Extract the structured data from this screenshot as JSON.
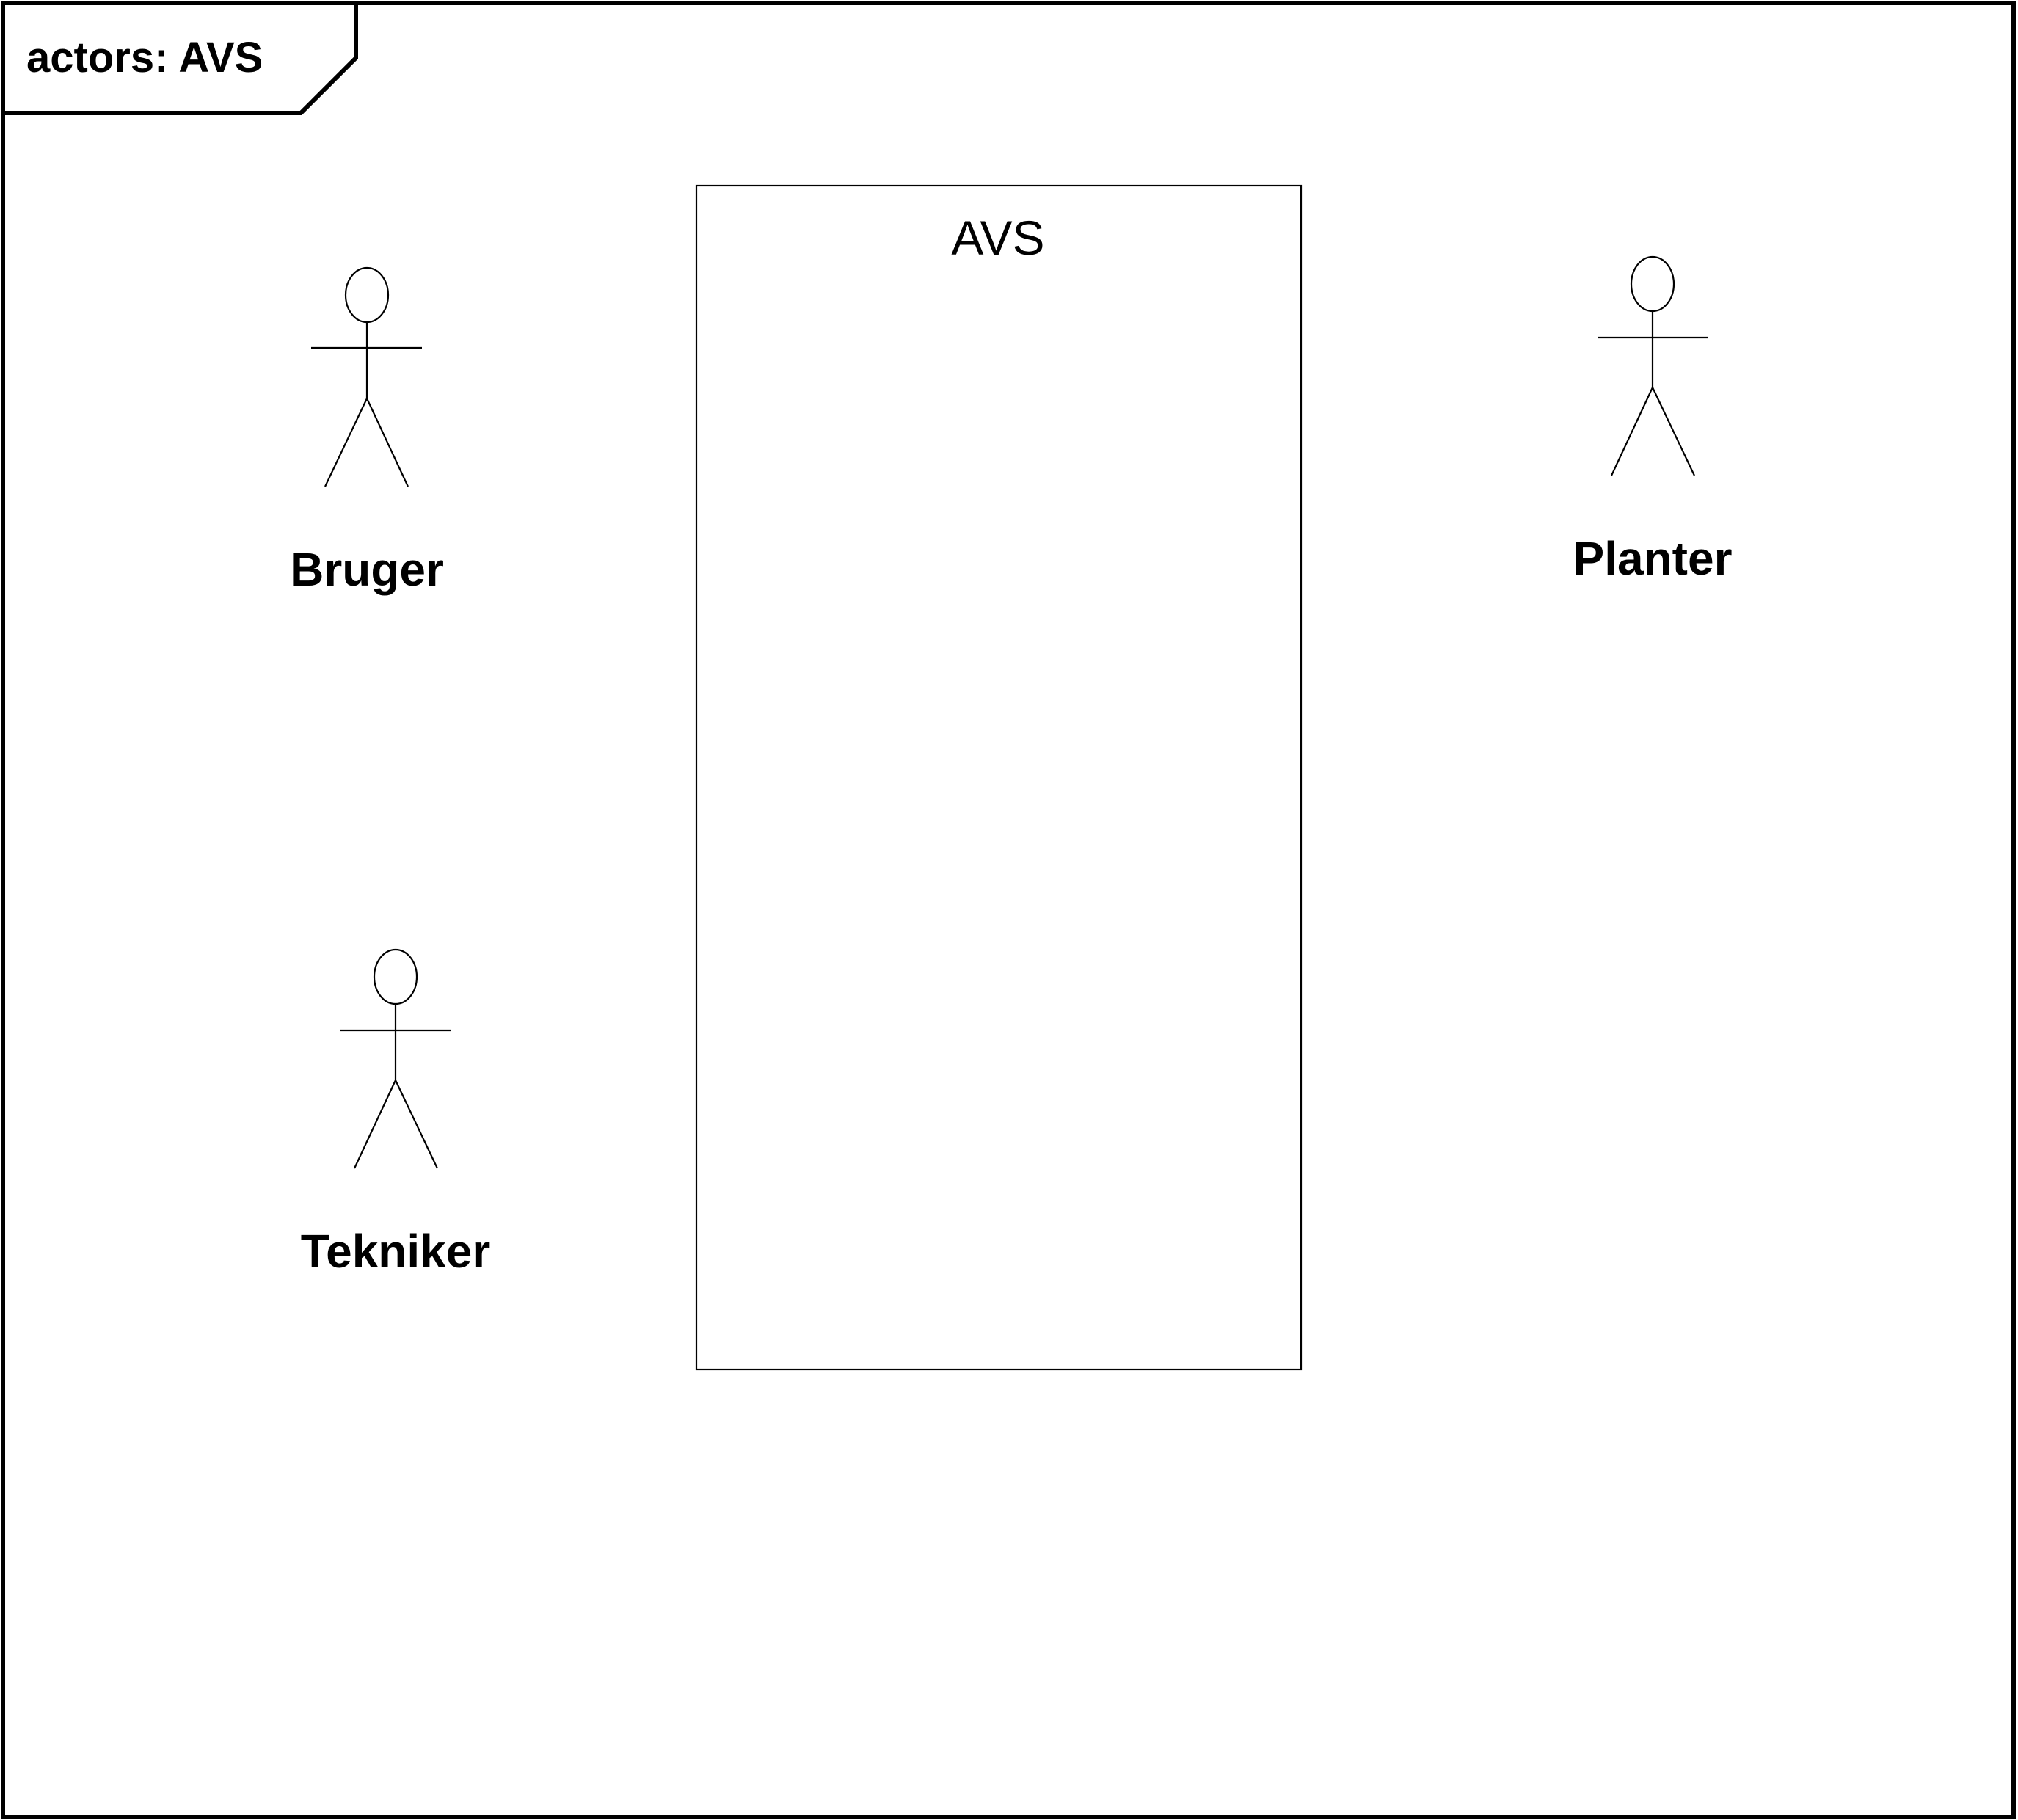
{
  "frame": {
    "title": "actors: AVS"
  },
  "system": {
    "name": "AVS"
  },
  "actors": [
    {
      "label": "Bruger"
    },
    {
      "label": "Tekniker"
    },
    {
      "label": "Planter"
    }
  ],
  "colors": {
    "line": "#000000",
    "background": "#ffffff"
  }
}
